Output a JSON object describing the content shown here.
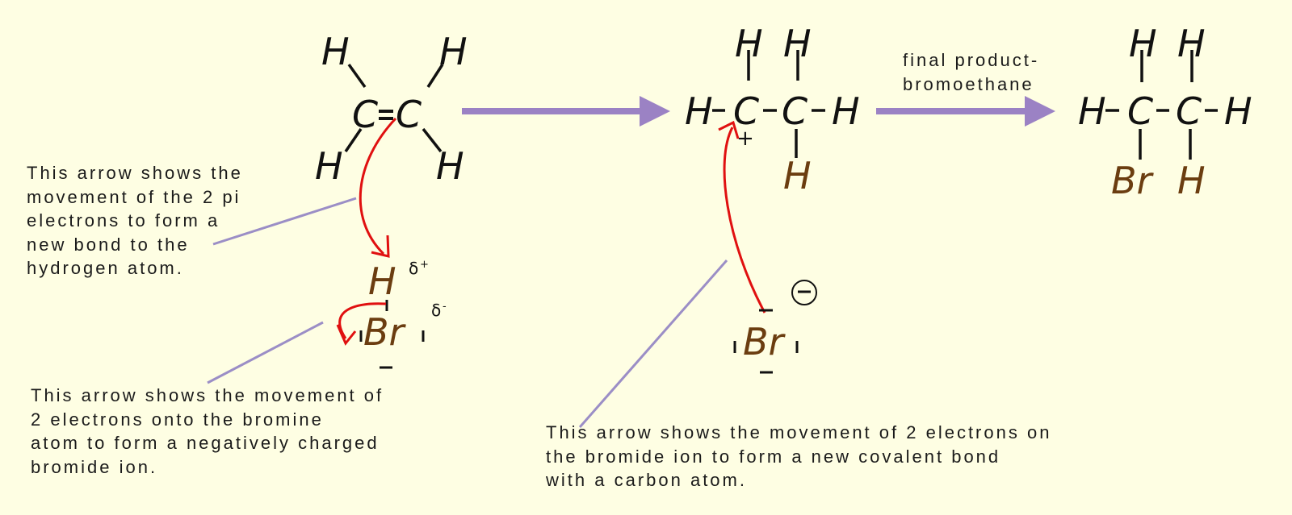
{
  "colors": {
    "background": "#fefee3",
    "reaction_arrow": "#9b82c4",
    "curly_arrow": "#e01010",
    "pointer_line": "#9b8ec6",
    "atom_black": "#111111",
    "atom_brown": "#6b3d10"
  },
  "reactant_ethene": {
    "atoms": {
      "c1": "C",
      "c2": "C",
      "double_bond": "=",
      "h_tl": "H",
      "h_tr": "H",
      "h_bl": "H",
      "h_br": "H"
    }
  },
  "reagent_hbr": {
    "h": "H",
    "br": "Br",
    "delta_plus": "δ",
    "delta_plus_sup": "+",
    "delta_minus": "δ",
    "delta_minus_sup": "-"
  },
  "intermediate_carbocation": {
    "atoms": {
      "h_left": "H",
      "c1": "C",
      "c2": "C",
      "h_right": "H",
      "h_top1": "H",
      "h_top2": "H",
      "h_bottom": "H"
    },
    "charge": "+"
  },
  "bromide_ion": {
    "br": "Br",
    "charge_icon": "minus-circle"
  },
  "product_bromoethane": {
    "atoms": {
      "h_left": "H",
      "c1": "C",
      "c2": "C",
      "h_right": "H",
      "h_top1": "H",
      "h_top2": "H",
      "br": "Br",
      "h_bottom": "H"
    }
  },
  "arrows": {
    "arrow1": {
      "type": "reaction-arrow"
    },
    "arrow2": {
      "type": "reaction-arrow",
      "label_line1": "final product-",
      "label_line2": "bromoethane"
    }
  },
  "annotations": {
    "pi_electrons": "This arrow shows the\nmovement of the 2 pi\nelectrons to form a\nnew bond to the\nhydrogen atom.",
    "bromine_electrons": "This arrow shows the movement of\n2 electrons onto the bromine\natom to form a negatively charged\nbromide ion.",
    "bromide_attack": "This arrow shows the movement of 2 electrons on\nthe bromide ion to form a new covalent bond\nwith a carbon atom."
  }
}
